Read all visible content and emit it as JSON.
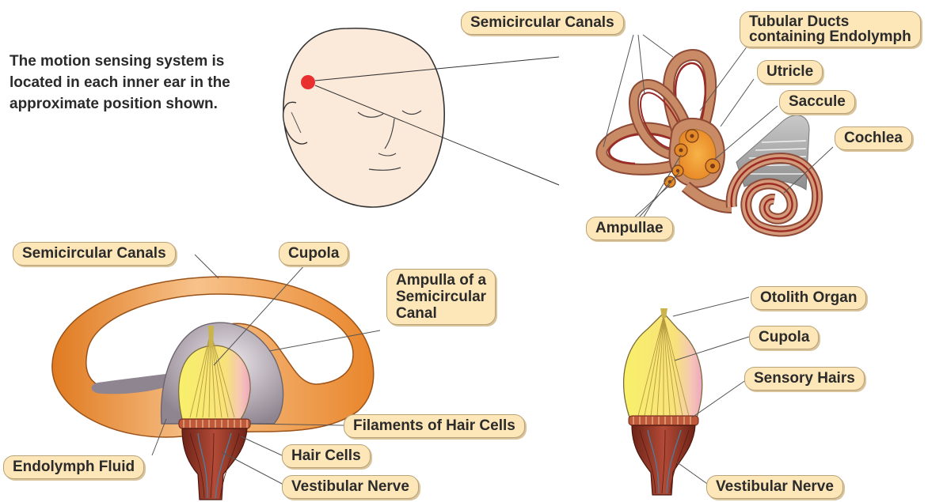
{
  "intro_lines": [
    "The motion sensing system is",
    "located in each inner ear in the",
    "approximate position shown."
  ],
  "labels": {
    "semicircular_canals_top": "Semicircular Canals",
    "tubular_ducts": [
      "Tubular Ducts",
      "containing Endolymph"
    ],
    "utricle": "Utricle",
    "saccule": "Saccule",
    "cochlea": "Cochlea",
    "ampullae": "Ampullae",
    "semicircular_canals_bottom": "Semicircular Canals",
    "cupola_left": "Cupola",
    "ampulla_of_canal": [
      "Ampulla of a",
      "Semicircular",
      "Canal"
    ],
    "filaments": "Filaments of Hair Cells",
    "hair_cells": "Hair Cells",
    "endolymph_fluid": "Endolymph Fluid",
    "vestibular_nerve_left": "Vestibular Nerve",
    "otolith_organ": "Otolith Organ",
    "cupola_right": "Cupola",
    "sensory_hairs": "Sensory Hairs",
    "vestibular_nerve_right": "Vestibular Nerve"
  },
  "colors": {
    "label_fill": "#fde6b8",
    "canal_orange": "#f0a04a",
    "bone_brown": "#a5674a",
    "membrane_red": "#9c2a24",
    "cupola_yellow": "#f9ee6a",
    "cupola_pink": "#f2b4c4",
    "ampulla_gray": "#bab0b8",
    "nerve_red": "#8f2f22",
    "nerve_vessel": "#4a7fa0",
    "location_dot": "#e8312f",
    "face_fill": "#fbe9da"
  }
}
